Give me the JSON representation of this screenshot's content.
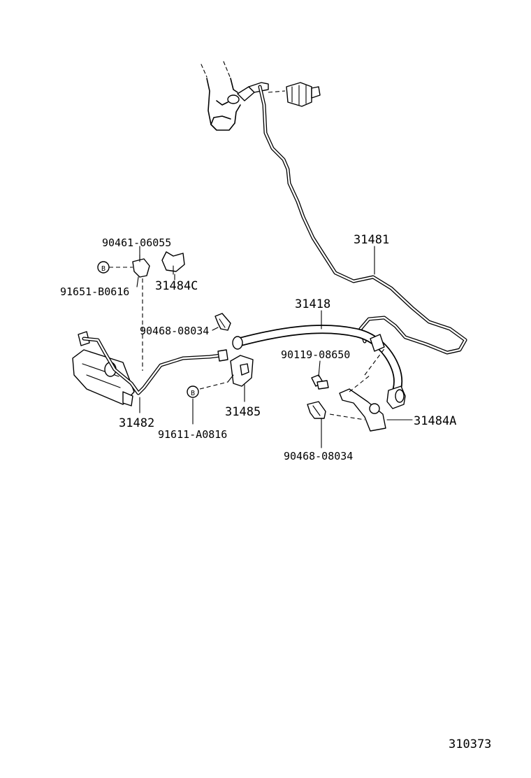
{
  "labels": {
    "p31481": "31481",
    "p90461": "90461-06055",
    "p31484c": "31484C",
    "p91651": "91651-B0616",
    "p31418": "31418",
    "p90468a": "90468-08034",
    "p90119": "90119-08650",
    "p31485": "31485",
    "p31482": "31482",
    "p91611": "91611-A0816",
    "p31484a": "31484A",
    "p90468b": "90468-08034"
  },
  "bolt_mark": "B",
  "diagram_number": "310373"
}
